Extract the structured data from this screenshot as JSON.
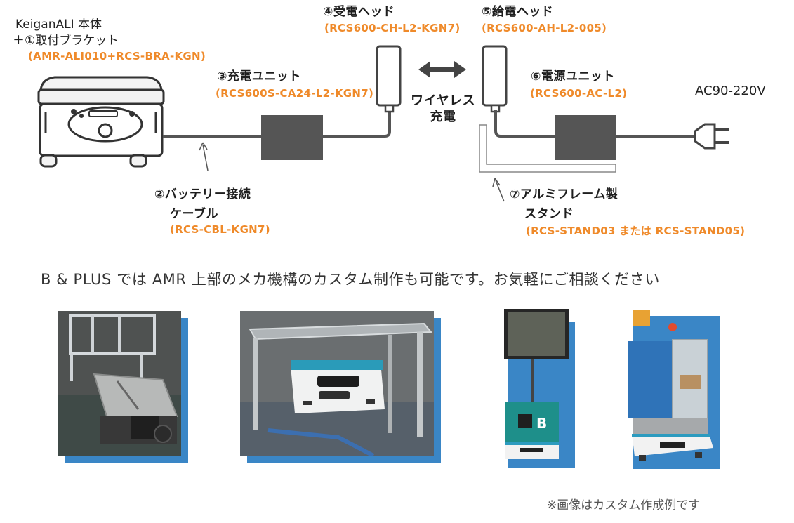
{
  "amr_body": {
    "name": "KeiganALI 本体",
    "bracket": "＋①取付ブラケット",
    "code": "(AMR-ALI010+RCS-BRA-KGN)"
  },
  "cable": {
    "name1": "②バッテリー接続",
    "name2": "ケーブル",
    "code": "(RCS-CBL-KGN7)"
  },
  "charge_unit": {
    "name": "③充電ユニット",
    "code": "(RCS600S-CA24-L2-KGN7)"
  },
  "receive_head": {
    "name": "④受電ヘッド",
    "code": "(RCS600-CH-L2-KGN7)"
  },
  "feed_head": {
    "name": "⑤給電ヘッド",
    "code": "(RCS600-AH-L2-005)"
  },
  "power_unit": {
    "name": "⑥電源ユニット",
    "code": "(RCS600-AC-L2)"
  },
  "stand": {
    "name1": "⑦アルミフレーム製",
    "name2": "スタンド",
    "code": "(RCS-STAND03 または RCS-STAND05)"
  },
  "wireless": {
    "line1": "ワイヤレス",
    "line2": "充電"
  },
  "ac": "AC90-220V",
  "tagline": "B & PLUS では AMR 上部のメカ機構のカスタム制作も可能です。お気軽にご相談ください",
  "note": "※画像はカスタム作成例です",
  "colors": {
    "accent": "#ef8a2a",
    "shadow": "#3a86c6",
    "device": "#555555"
  }
}
